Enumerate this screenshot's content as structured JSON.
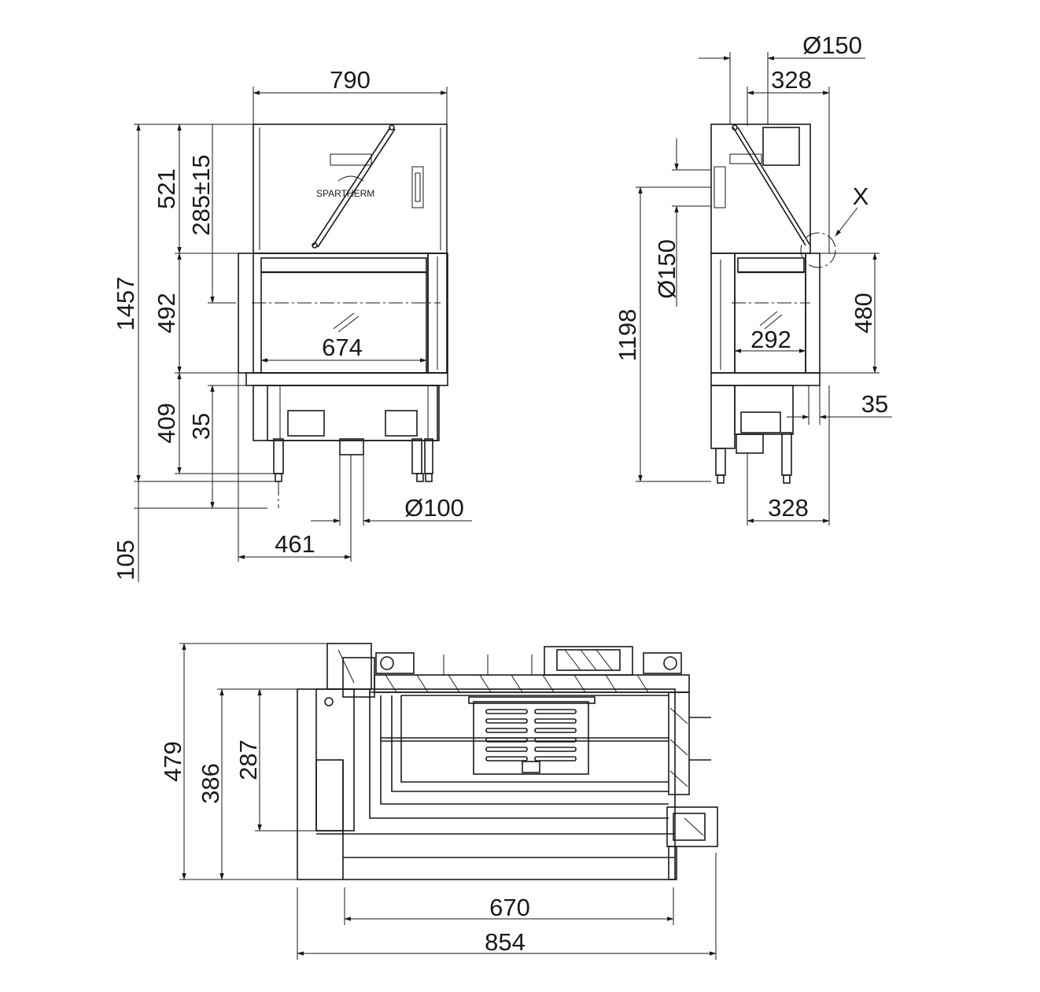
{
  "front_view": {
    "width_overall": "790",
    "height_total": "1457",
    "height_top": "521",
    "height_flue_offset": "285±15",
    "height_door": "492",
    "height_lower": "409",
    "height_gap": "35",
    "height_feet": "105",
    "glass_width": "674",
    "air_inlet_dia": "Ø100",
    "air_inlet_offset": "461",
    "brand": "SPARTHERM"
  },
  "side_view": {
    "flue_dia": "Ø150",
    "flue_offset": "328",
    "side_flue_dia": "Ø150",
    "height_flue": "1198",
    "glass_depth": "292",
    "door_height": "480",
    "gap": "35",
    "base_depth": "328",
    "detail_label": "X"
  },
  "plan_view": {
    "depth_total": "479",
    "depth_mid": "386",
    "depth_inner": "287",
    "width_inner": "670",
    "width_total": "854"
  }
}
